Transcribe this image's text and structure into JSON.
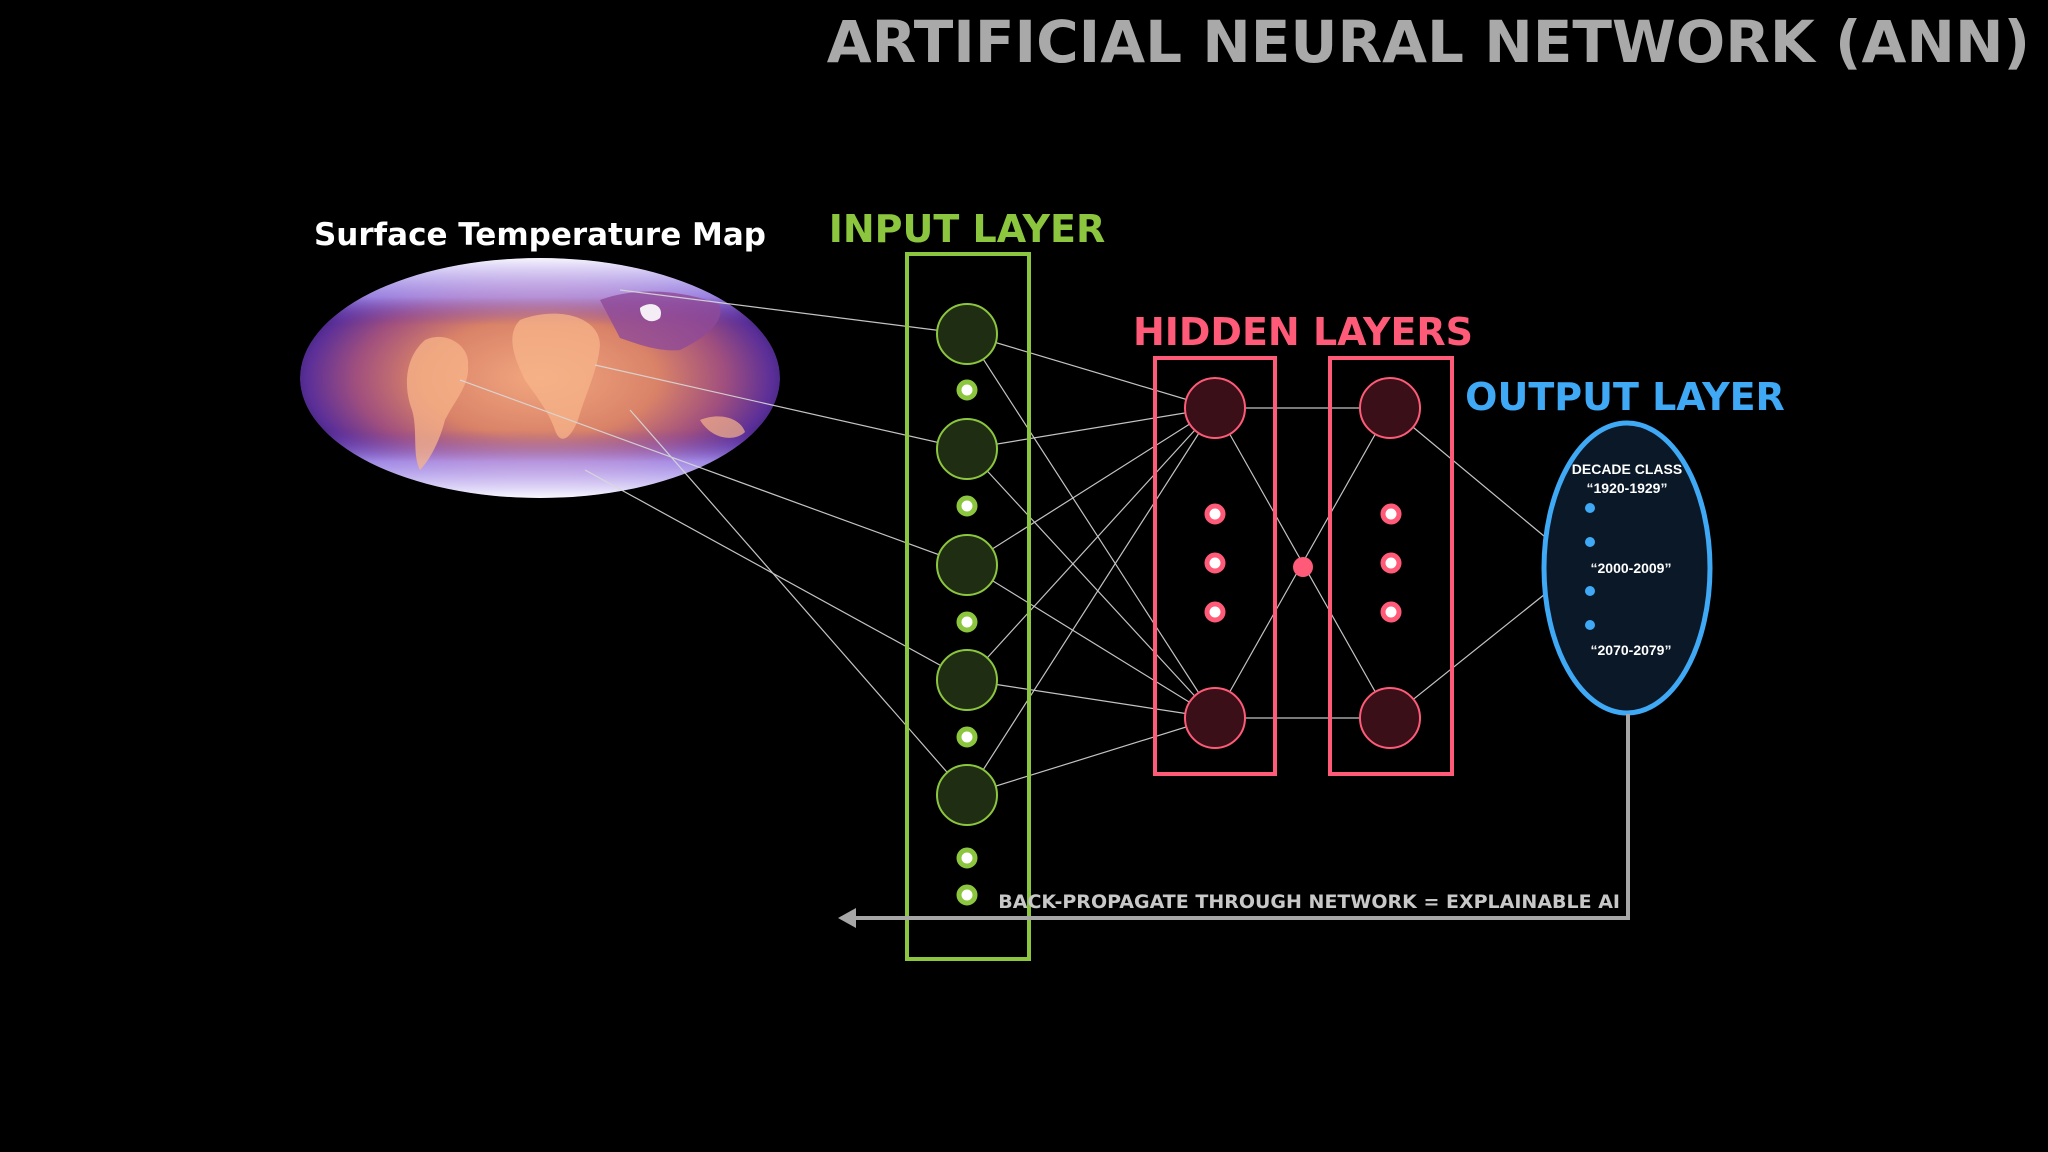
{
  "title": "ARTIFICIAL NEURAL NETWORK (ANN)",
  "map": {
    "label": "Surface Temperature Map"
  },
  "input_layer": {
    "label": "INPUT LAYER"
  },
  "hidden_layers": {
    "label": "HIDDEN LAYERS"
  },
  "output_layer": {
    "label": "OUTPUT LAYER",
    "class_heading": "DECADE CLASS",
    "classes": [
      "“1920-1929”",
      "“2000-2009”",
      "“2070-2079”"
    ]
  },
  "backprop": {
    "label": "BACK-PROPAGATE THROUGH NETWORK = EXPLAINABLE AI"
  },
  "colors": {
    "input": "#8cc63f",
    "hidden": "#ff5a78",
    "output": "#3fa9f5",
    "title": "#a9a9a9",
    "arrow": "#a6a6a6",
    "line": "#d9d9d9"
  }
}
